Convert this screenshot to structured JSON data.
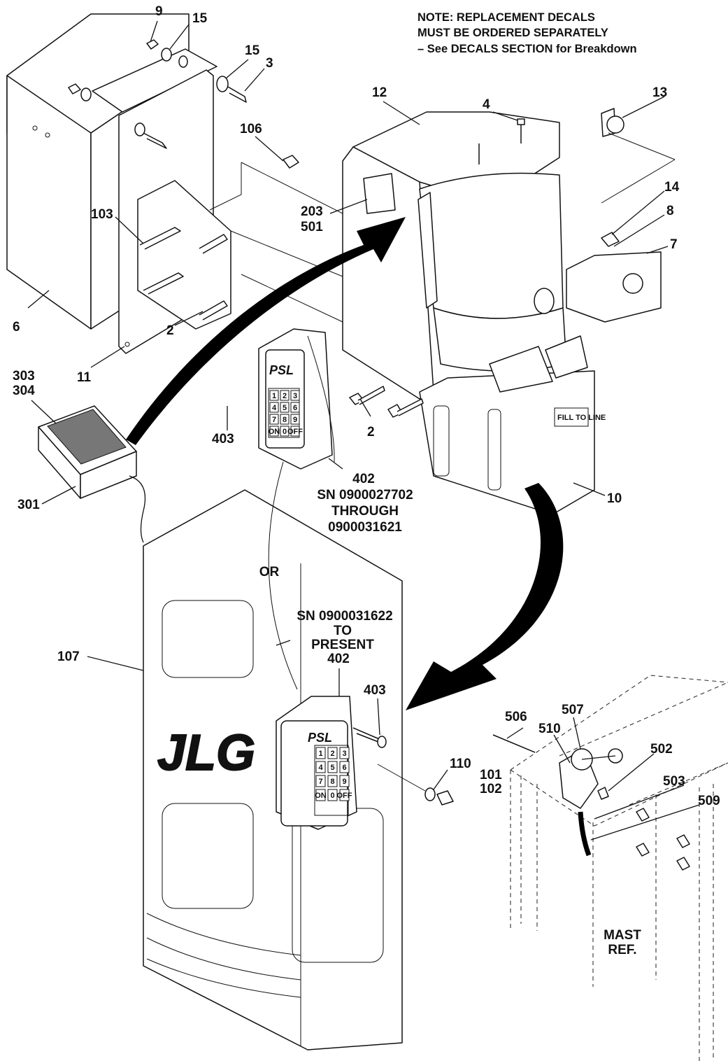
{
  "note": {
    "line1": "NOTE: REPLACEMENT DECALS",
    "line2": "MUST BE ORDERED SEPARATELY",
    "line3": "– See DECALS SECTION for Breakdown"
  },
  "callouts": {
    "c9": "9",
    "c15a": "15",
    "c15b": "15",
    "c3": "3",
    "c12": "12",
    "c4": "4",
    "c13": "13",
    "c106": "106",
    "c14": "14",
    "c8": "8",
    "c7": "7",
    "c103": "103",
    "c203": "203",
    "c501": "501",
    "c6": "6",
    "c2a": "2",
    "c11": "11",
    "c303": "303",
    "c304": "304",
    "c403a": "403",
    "c2b": "2",
    "c301": "301",
    "c10": "10",
    "c107": "107",
    "c403b": "403",
    "c506": "506",
    "c507": "507",
    "c510": "510",
    "c502": "502",
    "c110": "110",
    "c101": "101",
    "c102": "102",
    "c503": "503",
    "c509": "509"
  },
  "keypad_a": {
    "part": "402",
    "sn_line1": "SN 0900027702",
    "sn_line2": "THROUGH",
    "sn_line3": "0900031621"
  },
  "or_label": "OR",
  "keypad_b": {
    "sn_line1": "SN 0900031622",
    "sn_line2": "TO",
    "sn_line3": "PRESENT",
    "part": "402"
  },
  "mast_label": {
    "line1": "MAST",
    "line2": "REF."
  },
  "branding": {
    "keypad": "PSL",
    "cover": "JLG",
    "tank_label": "FILL TO LINE"
  },
  "keypad_keys": [
    "1",
    "2",
    "3",
    "4",
    "5",
    "6",
    "7",
    "8",
    "9",
    "ON",
    "0",
    "OFF"
  ]
}
